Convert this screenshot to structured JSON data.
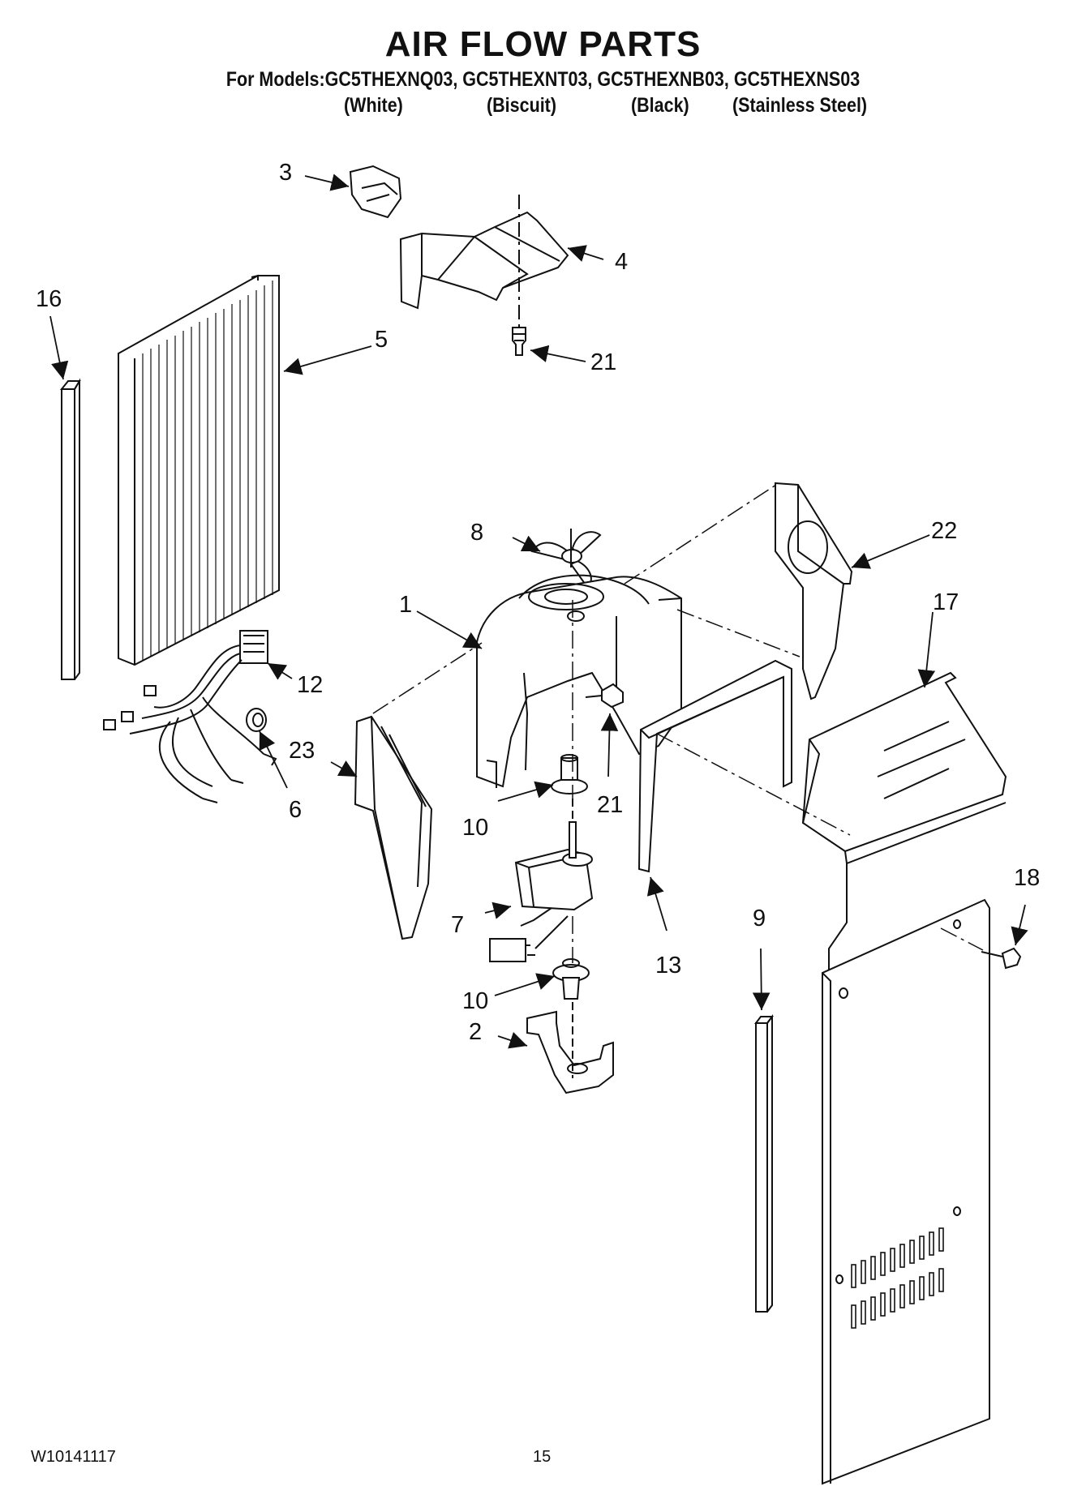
{
  "header": {
    "title": "AIR FLOW PARTS",
    "models": "For Models:GC5THEXNQ03, GC5THEXNT03, GC5THEXNB03, GC5THEXNS03",
    "finishes": [
      "(White)",
      "(Biscuit)",
      "(Black)",
      "(Stainless Steel)"
    ]
  },
  "callouts": {
    "c1": "1",
    "c2": "2",
    "c3": "3",
    "c4": "4",
    "c5": "5",
    "c6": "6",
    "c7": "7",
    "c8": "8",
    "c9": "9",
    "c10a": "10",
    "c10b": "10",
    "c12": "12",
    "c13": "13",
    "c16": "16",
    "c17": "17",
    "c18": "18",
    "c21a": "21",
    "c21b": "21",
    "c22": "22",
    "c23": "23"
  },
  "footer": {
    "doc_number": "W10141117",
    "page_number": "15"
  }
}
